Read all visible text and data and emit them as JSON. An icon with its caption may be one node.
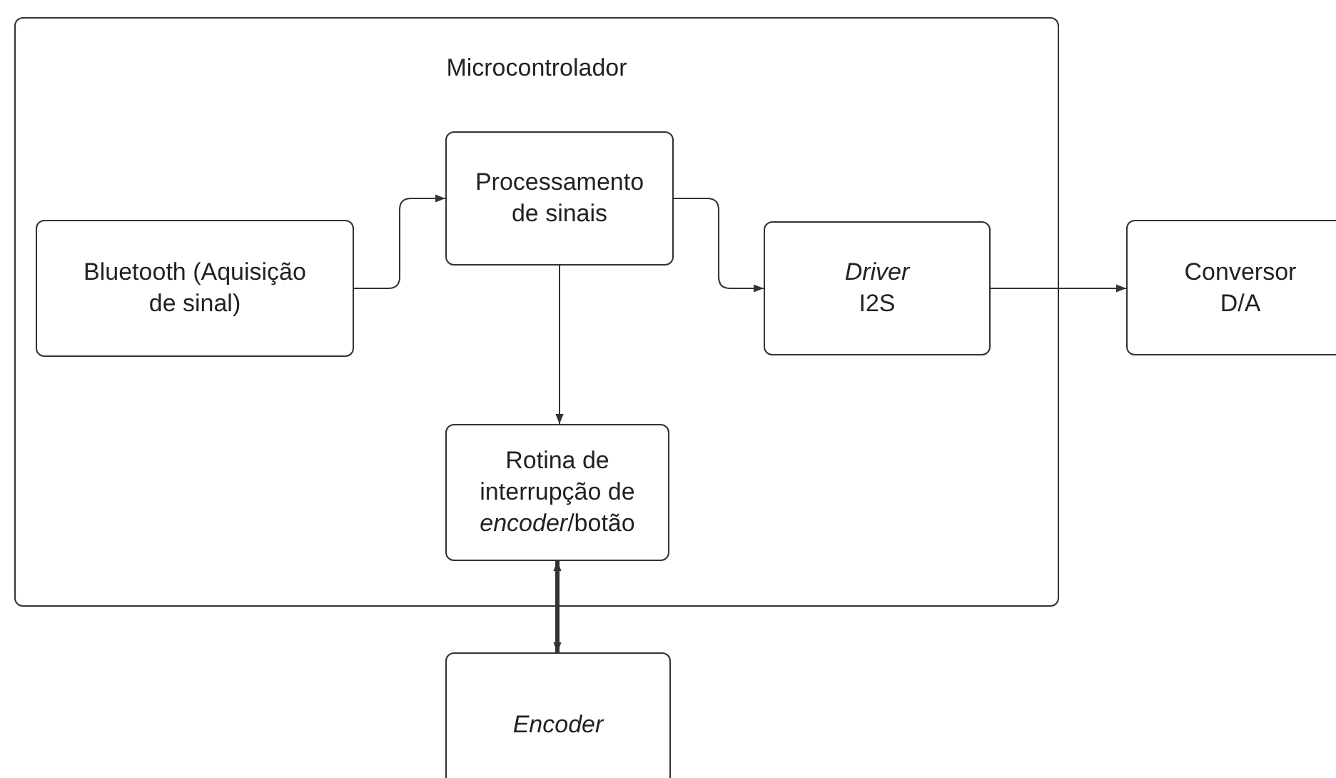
{
  "diagram": {
    "nodes": [
      {
        "text": [
          "Microcontrolador"
        ]
      },
      {
        "text": [
          "Bluetooth (Aquisição de sinal)"
        ],
        "in": 0
      },
      {
        "text": [
          "Processamento de sinais"
        ],
        "in": 0
      },
      {
        "text": [
          "*Driver* I2S"
        ],
        "in": 0
      },
      {
        "text": [
          "Conversor D/A"
        ]
      },
      {
        "text": [
          "Rotina de interrupção de *encoder*/botão"
        ],
        "in": 0
      },
      {
        "text": [
          "Encoder"
        ]
      }
    ],
    "edges": [
      {
        "from": 1,
        "to": 2,
        "arrow": "to"
      },
      {
        "from": 2,
        "to": 3,
        "arrow": "to"
      },
      {
        "from": 3,
        "to": 4,
        "arrow": "to"
      },
      {
        "from": 2,
        "to": 5,
        "arrow": "to"
      },
      {
        "from": 5,
        "to": 6,
        "arrow": "both",
        "style": "thick"
      }
    ]
  }
}
